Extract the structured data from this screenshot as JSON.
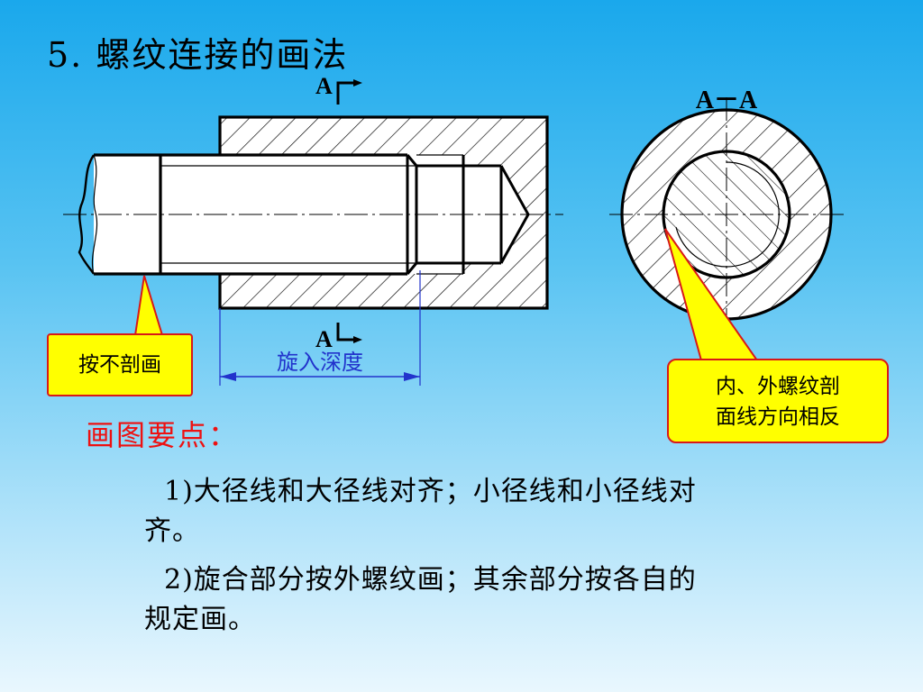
{
  "title": "5. 螺纹连接的画法",
  "diagram": {
    "section_mark_top": "A",
    "section_mark_bottom": "A",
    "section_view_label": "A－A",
    "dimension_label": "旋入深度"
  },
  "callouts": {
    "left": "按不剖画",
    "right_line1": "内、外螺纹剖",
    "right_line2": "面线方向相反"
  },
  "points": {
    "heading": "画图要点：",
    "items": [
      "1)大径线和大径线对齐；小径线和小径线对齐。",
      "2)旋合部分按外螺纹画；其余部分按各自的规定画。"
    ]
  },
  "colors": {
    "callout_fill": "#ffff00",
    "callout_border": "#d81818",
    "heading_text": "#ee1111",
    "dimension": "#2233cc"
  }
}
